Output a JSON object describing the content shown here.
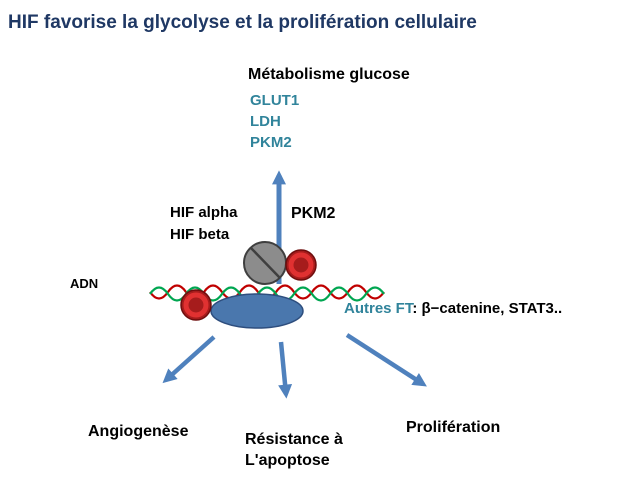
{
  "title": "HIF favorise la glycolyse et la prolifération cellulaire",
  "metabolism": {
    "heading": "Métabolisme glucose",
    "genes": [
      "GLUT1",
      "LDH",
      "PKM2"
    ]
  },
  "complex": {
    "hif_alpha": "HIF alpha",
    "hif_beta": "HIF beta",
    "pkm2": "PKM2",
    "adn": "ADN",
    "autres_ft_label": "Autres FT",
    "autres_ft_rest": ": β−catenine, STAT3.."
  },
  "outcomes": {
    "angiogenesis": "Angiogenèse",
    "resistance_line1": "Résistance à",
    "resistance_line2": "L'apoptose",
    "proliferation": "Prolifération"
  },
  "colors": {
    "title_text": "#1F3864",
    "gene_text": "#31849B",
    "autres_ft_text": "#31849B",
    "arrow": "#4F81BD",
    "ellipse_fill": "#4A77AD",
    "ellipse_stroke": "#2E4E7E",
    "red_circle_fill": "#A61C1C",
    "red_circle_ring": "#E03131",
    "gray_circle_fill": "#8C8C8C",
    "gray_circle_stroke": "#3F3F3F",
    "dna_green": "#00A651",
    "dna_red": "#C00000",
    "background": "#FFFFFF"
  }
}
